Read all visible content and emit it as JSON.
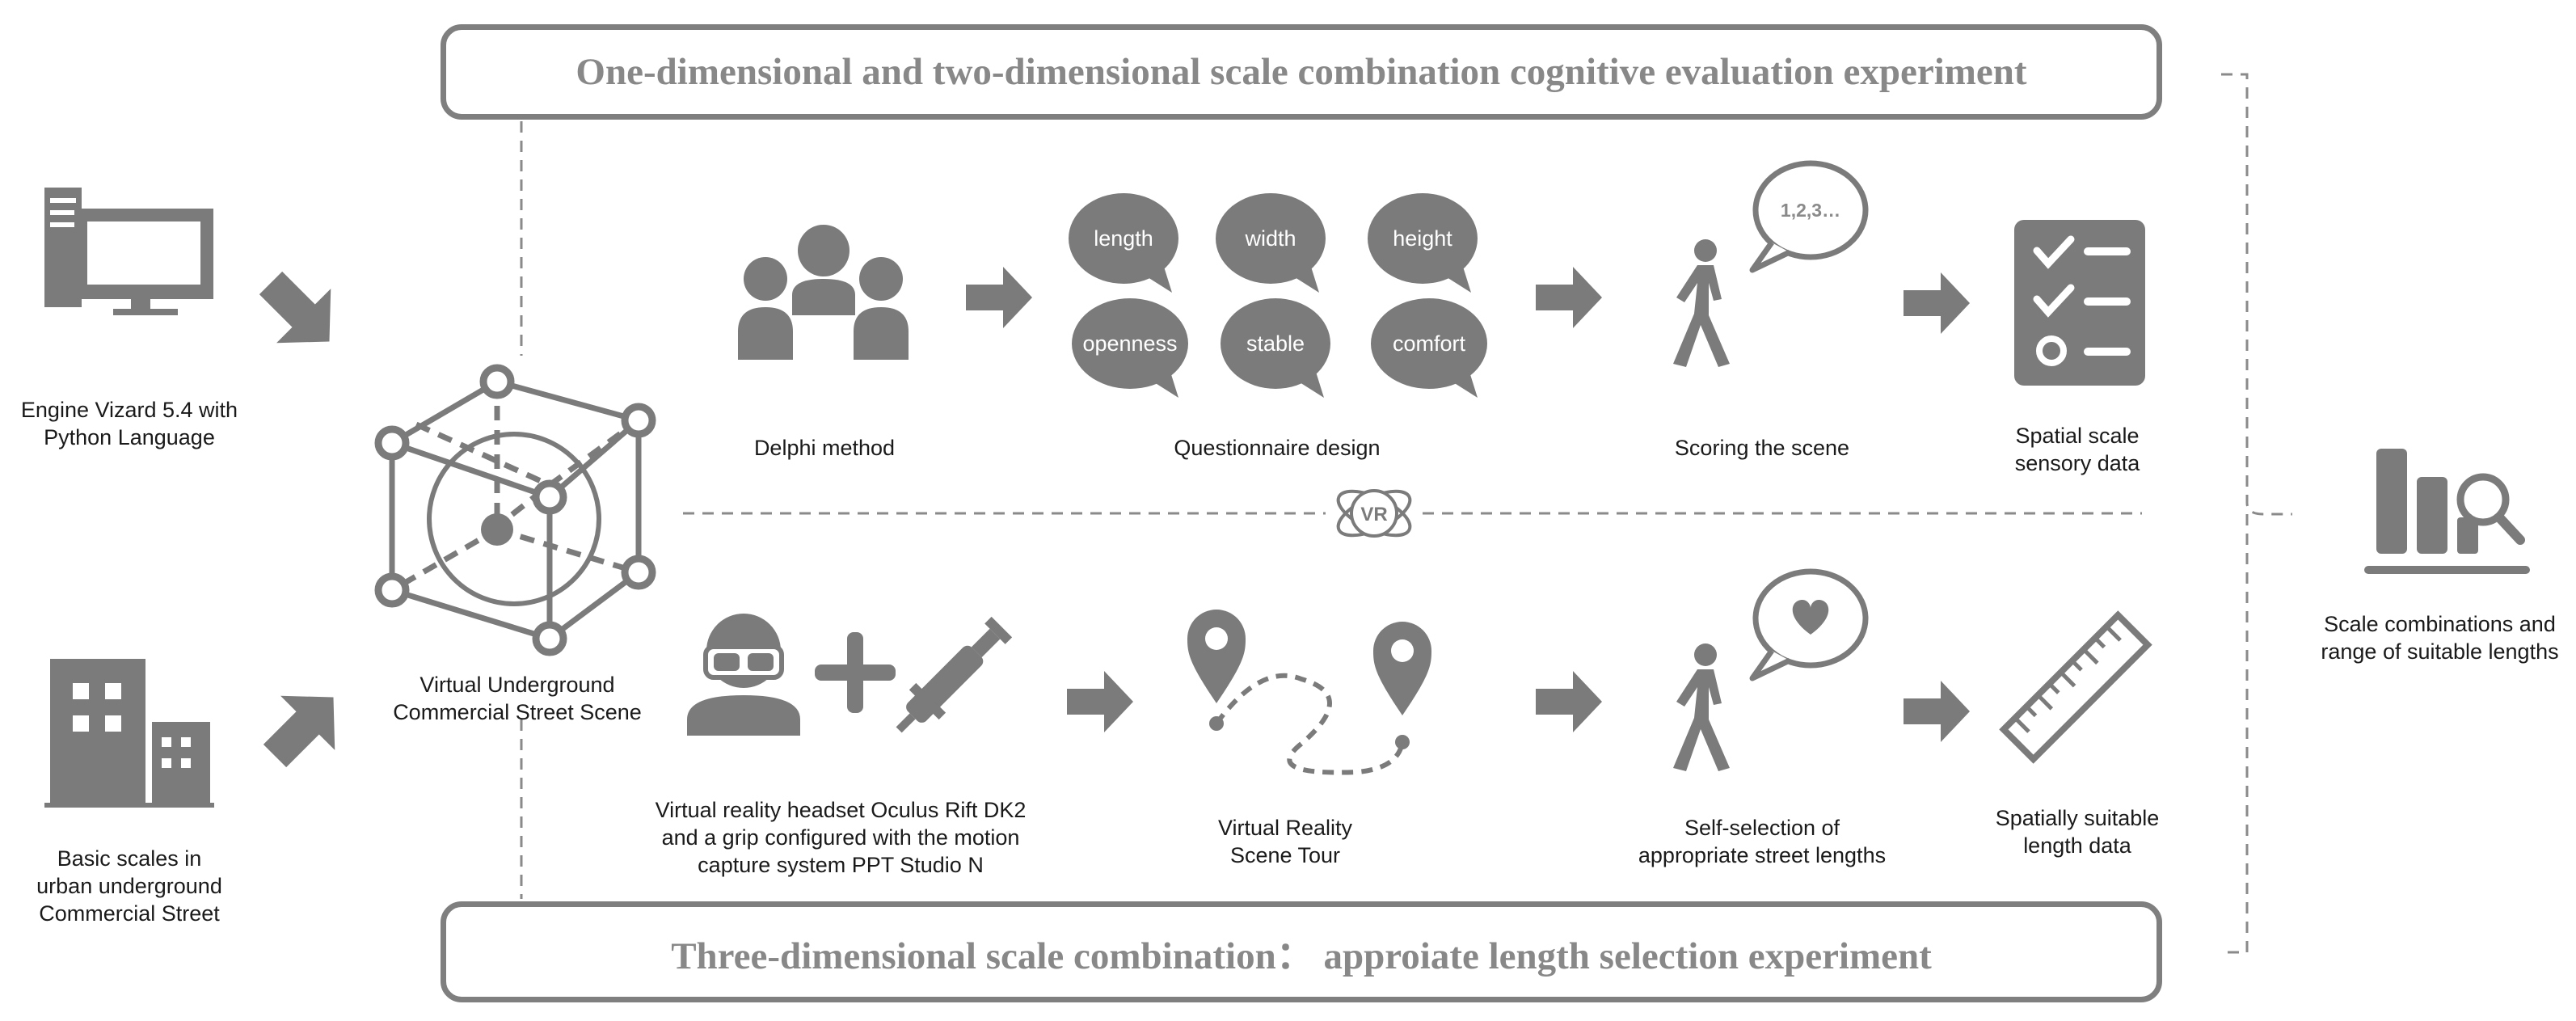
{
  "top_box": {
    "title": "One-dimensional and two-dimensional scale combination cognitive evaluation experiment"
  },
  "bottom_box": {
    "title": "Three-dimensional scale combination： approiate length selection experiment"
  },
  "left": {
    "engine_label": "Engine Vizard 5.4 with\nPython Language",
    "basic_label": "Basic scales in\nurban underground\nCommercial Street",
    "scene_label": "Virtual Underground\nCommercial Street Scene"
  },
  "top_row": {
    "delphi": "Delphi method",
    "questionnaire": "Questionnaire design",
    "scoring": "Scoring the scene",
    "scoring_bubble": "1,2,3…",
    "spatial_data": "Spatial scale\nsensory data",
    "bubbles": [
      "length",
      "width",
      "height",
      "openness",
      "stable",
      "comfort"
    ]
  },
  "vr_badge": "VR",
  "bottom_row": {
    "headset": "Virtual reality headset Oculus Rift DK2\nand a grip configured with the motion\ncapture system PPT Studio N",
    "tour": "Virtual Reality\nScene Tour",
    "self_selection": "Self-selection of\nappropriate street lengths",
    "suitable": "Spatially suitable\nlength data"
  },
  "result": {
    "label": "Scale combinations and\nrange of suitable lengths"
  },
  "colors": {
    "icon": "#7b7b7b",
    "border": "#7f7f7f",
    "title": "#888888",
    "dash": "#8a8a8a"
  }
}
